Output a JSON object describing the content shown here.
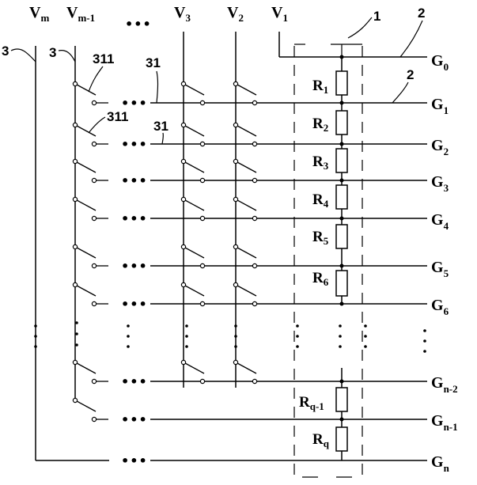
{
  "voltages": [
    {
      "main": "V",
      "sub": "m"
    },
    {
      "main": "V",
      "sub": "m-1"
    },
    {
      "main": "V",
      "sub": "3"
    },
    {
      "main": "V",
      "sub": "2"
    },
    {
      "main": "V",
      "sub": "1"
    }
  ],
  "ellipsis": "•••",
  "gates": [
    {
      "main": "G",
      "sub": "0"
    },
    {
      "main": "G",
      "sub": "1"
    },
    {
      "main": "G",
      "sub": "2"
    },
    {
      "main": "G",
      "sub": "3"
    },
    {
      "main": "G",
      "sub": "4"
    },
    {
      "main": "G",
      "sub": "5"
    },
    {
      "main": "G",
      "sub": "6"
    },
    {
      "main": "G",
      "sub": "n-2"
    },
    {
      "main": "G",
      "sub": "n-1"
    },
    {
      "main": "G",
      "sub": "n"
    }
  ],
  "resistors": [
    {
      "main": "R",
      "sub": "1"
    },
    {
      "main": "R",
      "sub": "2"
    },
    {
      "main": "R",
      "sub": "3"
    },
    {
      "main": "R",
      "sub": "4"
    },
    {
      "main": "R",
      "sub": "5"
    },
    {
      "main": "R",
      "sub": "6"
    },
    {
      "main": "R",
      "sub": "q-1"
    },
    {
      "main": "R",
      "sub": "q"
    }
  ],
  "callouts": {
    "block": "1",
    "line_top": "2",
    "line_g1": "2",
    "vline_m": "3",
    "vline_m1": "3",
    "switch_a": "311",
    "switch_b": "311",
    "branch_a": "31",
    "branch_b": "31"
  }
}
